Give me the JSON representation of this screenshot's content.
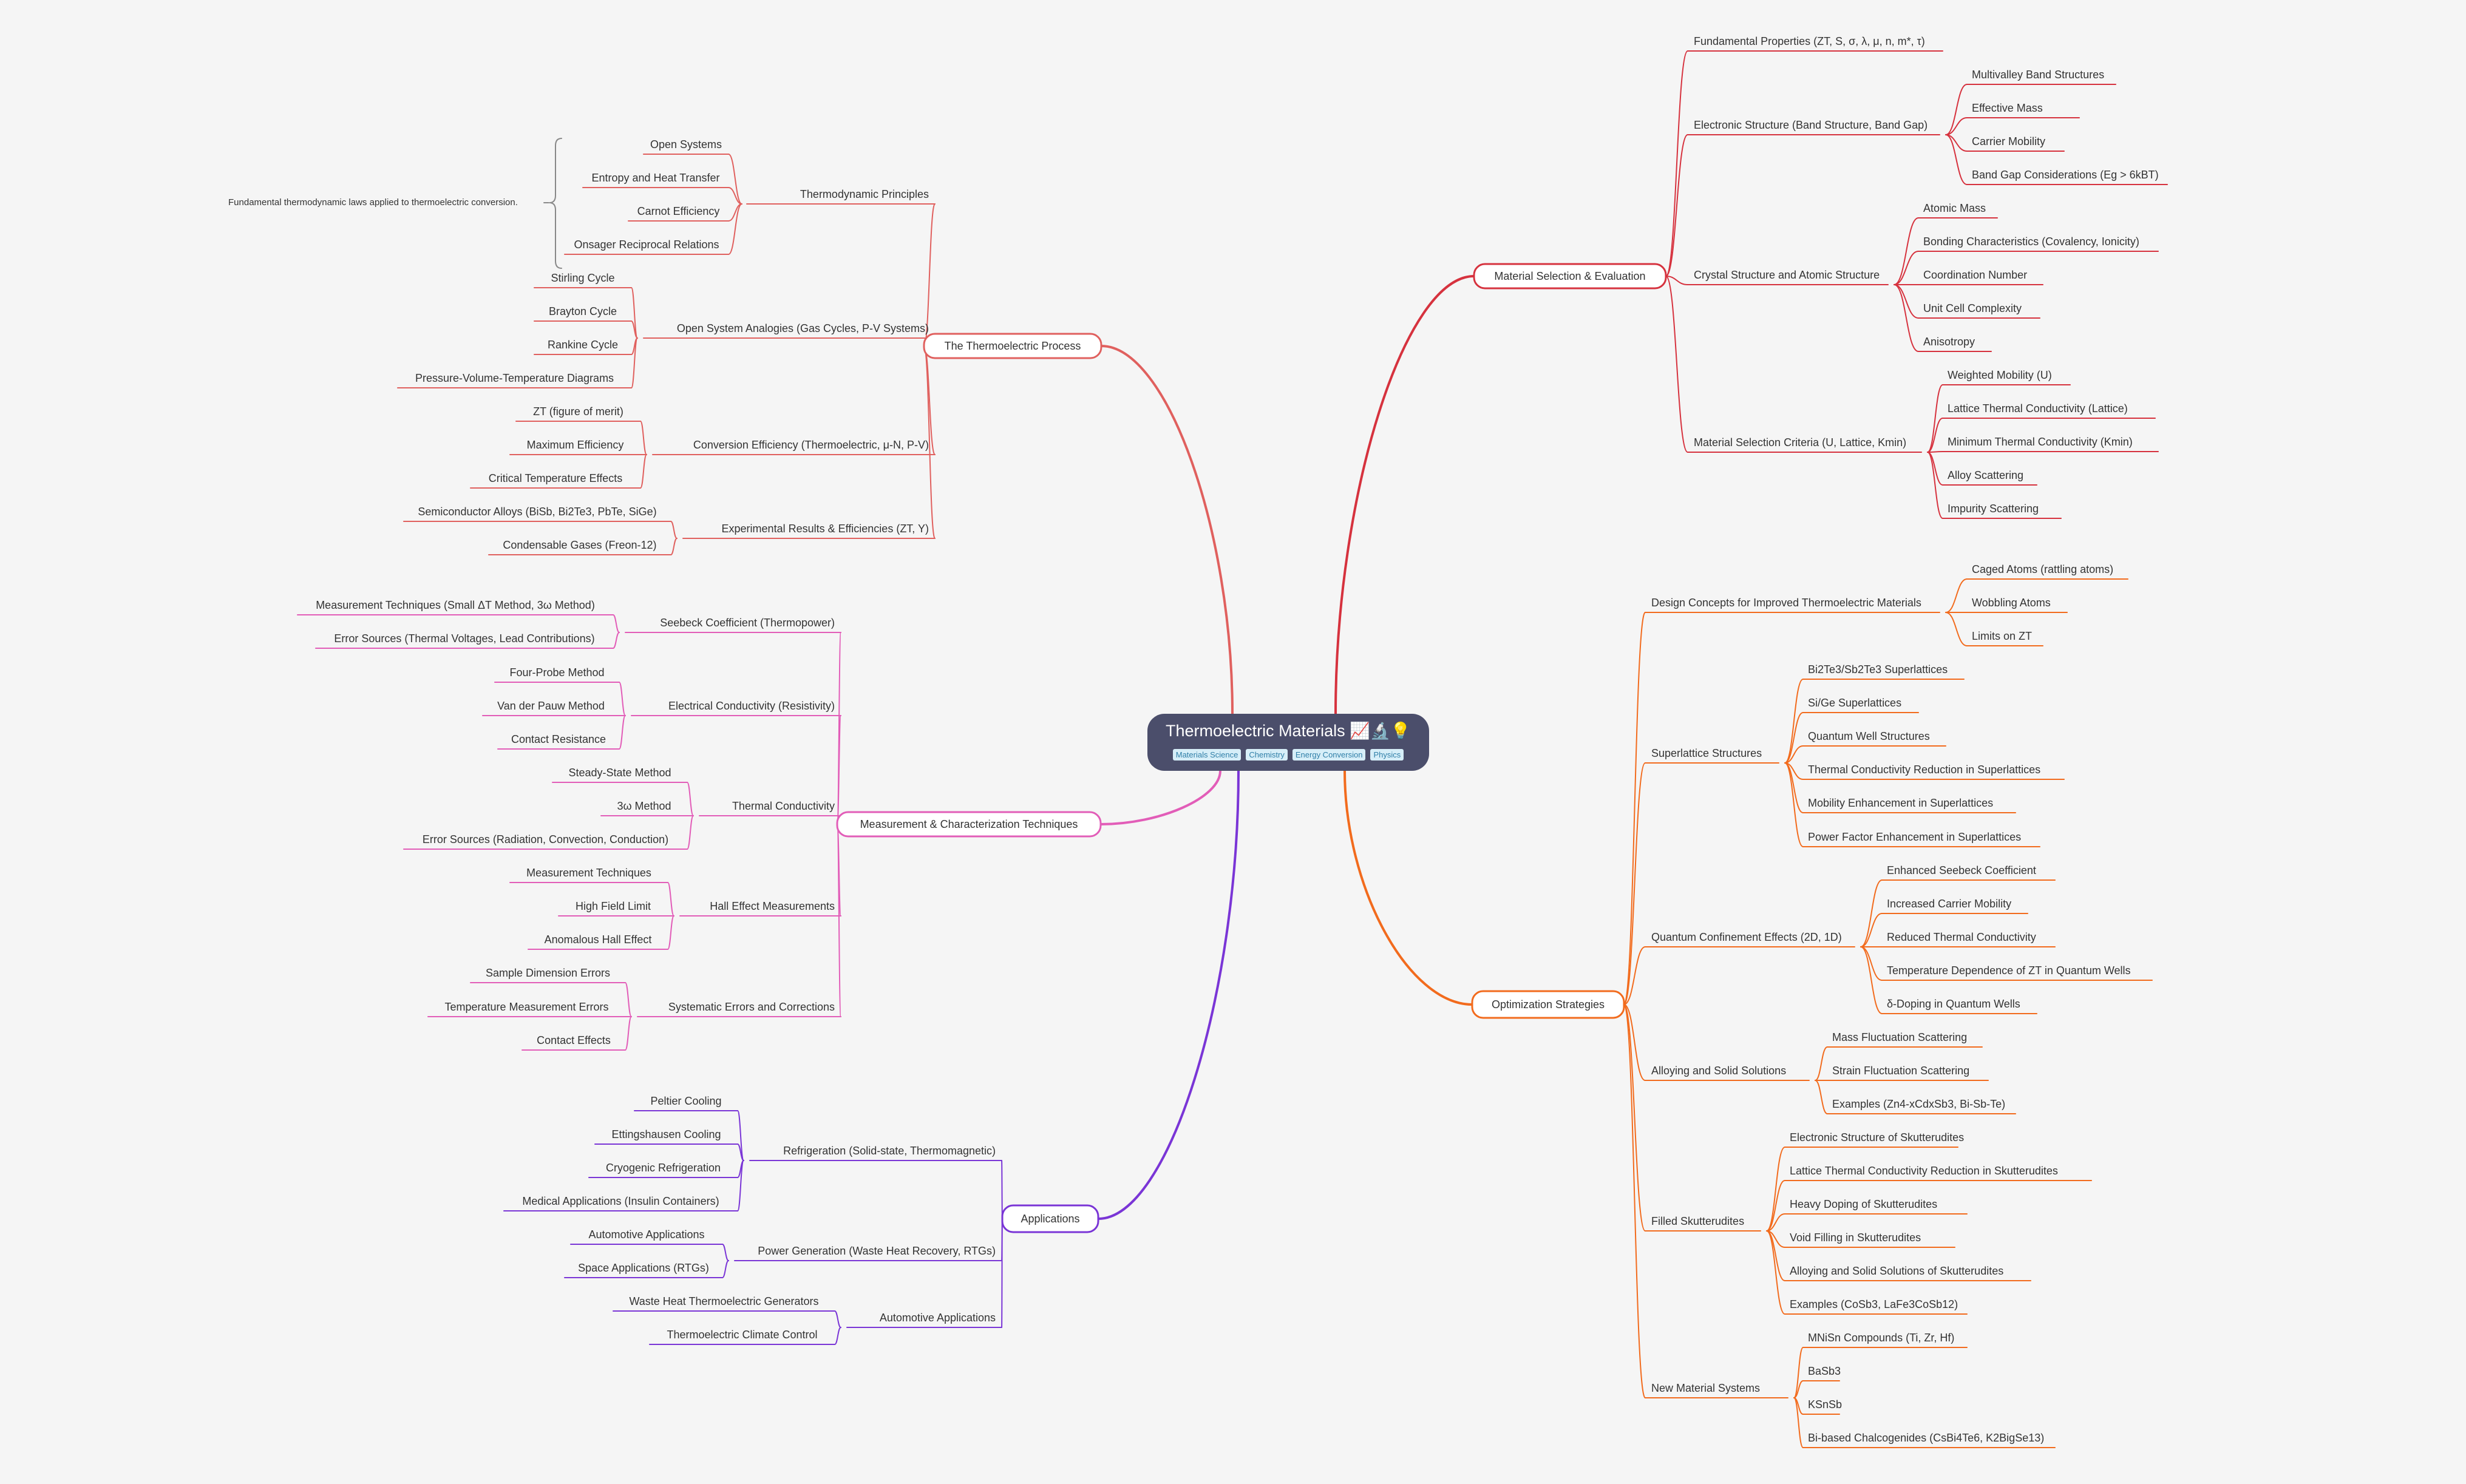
{
  "root": {
    "title": "Thermoelectric Materials",
    "emoji": "📈🔬💡",
    "tags": [
      "Materials Science",
      "Chemistry",
      "Energy Conversion",
      "Physics"
    ]
  },
  "note": "Fundamental thermodynamic laws applied to thermoelectric conversion.",
  "colors": {
    "thermoelectric_process": "#e0605e",
    "measurement": "#e25db8",
    "applications": "#7a35d6",
    "material_selection": "#d6323e",
    "optimization": "#f26b1d",
    "root": "#4b4e6b",
    "background": "#f5f5f5"
  },
  "branches": [
    {
      "label": "The Thermoelectric Process",
      "children": [
        {
          "label": "Thermodynamic Principles",
          "children": [
            "Open Systems",
            "Entropy and Heat Transfer",
            "Carnot Efficiency",
            "Onsager Reciprocal Relations"
          ]
        },
        {
          "label": "Open System Analogies (Gas Cycles, P-V Systems)",
          "children": [
            "Stirling Cycle",
            "Brayton Cycle",
            "Rankine Cycle",
            "Pressure-Volume-Temperature Diagrams"
          ]
        },
        {
          "label": "Conversion Efficiency (Thermoelectric, μ-N, P-V)",
          "children": [
            "ZT (figure of merit)",
            "Maximum Efficiency",
            "Critical Temperature Effects"
          ]
        },
        {
          "label": "Experimental Results & Efficiencies (ZT, Y)",
          "children": [
            "Semiconductor Alloys (BiSb, Bi2Te3, PbTe, SiGe)",
            "Condensable Gases (Freon-12)"
          ]
        }
      ]
    },
    {
      "label": "Measurement & Characterization Techniques",
      "children": [
        {
          "label": "Seebeck Coefficient (Thermopower)",
          "children": [
            "Measurement Techniques (Small ΔT Method, 3ω Method)",
            "Error Sources (Thermal Voltages, Lead Contributions)"
          ]
        },
        {
          "label": "Electrical Conductivity (Resistivity)",
          "children": [
            "Four-Probe Method",
            "Van der Pauw Method",
            "Contact Resistance"
          ]
        },
        {
          "label": "Thermal Conductivity",
          "children": [
            "Steady-State Method",
            "3ω Method",
            "Error Sources (Radiation, Convection, Conduction)"
          ]
        },
        {
          "label": "Hall Effect Measurements",
          "children": [
            "Measurement Techniques",
            "High Field Limit",
            "Anomalous Hall Effect"
          ]
        },
        {
          "label": "Systematic Errors and Corrections",
          "children": [
            "Sample Dimension Errors",
            "Temperature Measurement Errors",
            "Contact Effects"
          ]
        }
      ]
    },
    {
      "label": "Applications",
      "children": [
        {
          "label": "Refrigeration (Solid-state, Thermomagnetic)",
          "children": [
            "Peltier Cooling",
            "Ettingshausen Cooling",
            "Cryogenic Refrigeration",
            "Medical Applications (Insulin Containers)"
          ]
        },
        {
          "label": "Power Generation (Waste Heat Recovery, RTGs)",
          "children": [
            "Automotive Applications",
            "Space Applications (RTGs)"
          ]
        },
        {
          "label": "Automotive Applications",
          "children": [
            "Waste Heat Thermoelectric Generators",
            "Thermoelectric Climate Control"
          ]
        }
      ]
    },
    {
      "label": "Material Selection & Evaluation",
      "children": [
        {
          "label": "Fundamental Properties (ZT, S, σ, λ, μ, n, m*, τ)",
          "children": []
        },
        {
          "label": "Electronic Structure (Band Structure, Band Gap)",
          "children": [
            "Multivalley Band Structures",
            "Effective Mass",
            "Carrier Mobility",
            "Band Gap Considerations (Eg > 6kBT)"
          ]
        },
        {
          "label": "Crystal Structure and Atomic Structure",
          "children": [
            "Atomic Mass",
            "Bonding Characteristics (Covalency, Ionicity)",
            "Coordination Number",
            "Unit Cell Complexity",
            "Anisotropy"
          ]
        },
        {
          "label": "Material Selection Criteria (U, Lattice, Kmin)",
          "children": [
            "Weighted Mobility (U)",
            "Lattice Thermal Conductivity (Lattice)",
            "Minimum Thermal Conductivity (Kmin)",
            "Alloy Scattering",
            "Impurity Scattering"
          ]
        }
      ]
    },
    {
      "label": "Optimization Strategies",
      "children": [
        {
          "label": "Design Concepts for Improved Thermoelectric Materials",
          "children": [
            "Caged Atoms (rattling atoms)",
            "Wobbling Atoms",
            "Limits on ZT"
          ]
        },
        {
          "label": "Superlattice Structures",
          "children": [
            "Bi2Te3/Sb2Te3 Superlattices",
            "Si/Ge Superlattices",
            "Quantum Well Structures",
            "Thermal Conductivity Reduction in Superlattices",
            "Mobility Enhancement in Superlattices",
            "Power Factor Enhancement in Superlattices"
          ]
        },
        {
          "label": "Quantum Confinement Effects (2D, 1D)",
          "children": [
            "Enhanced Seebeck Coefficient",
            "Increased Carrier Mobility",
            "Reduced Thermal Conductivity",
            "Temperature Dependence of ZT in Quantum Wells",
            "δ-Doping in Quantum Wells"
          ]
        },
        {
          "label": "Alloying and Solid Solutions",
          "children": [
            "Mass Fluctuation Scattering",
            "Strain Fluctuation Scattering",
            "Examples (Zn4-xCdxSb3, Bi-Sb-Te)"
          ]
        },
        {
          "label": "Filled Skutterudites",
          "children": [
            "Electronic Structure of Skutterudites",
            "Lattice Thermal Conductivity Reduction in Skutterudites",
            "Heavy Doping of Skutterudites",
            "Void Filling in Skutterudites",
            "Alloying and Solid Solutions of Skutterudites",
            "Examples (CoSb3, LaFe3CoSb12)"
          ]
        },
        {
          "label": "New Material Systems",
          "children": [
            "MNiSn Compounds (Ti, Zr, Hf)",
            "BaSb3",
            "KSnSb",
            "Bi-based Chalcogenides (CsBi4Te6, K2BigSe13)"
          ]
        }
      ]
    }
  ]
}
